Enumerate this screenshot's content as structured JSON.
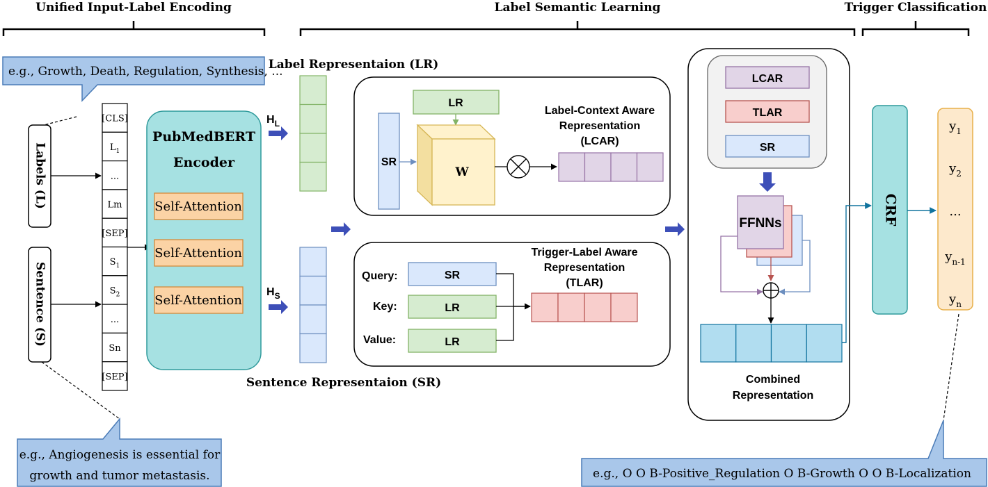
{
  "headers": {
    "unified": "Unified Input-Label Encoding",
    "label_semantic": "Label Semantic Learning",
    "trigger": "Trigger Classification"
  },
  "callouts": {
    "labels_example": "e.g., Growth, Death, Regulation, Synthesis, ...",
    "sentence_example_line1": "e.g.,  Angiogenesis is essential for",
    "sentence_example_line2": "growth and tumor metastasis.",
    "output_example": "e.g., O  O  B-Positive_Regulation  O  B-Growth  O  O  B-Localization"
  },
  "inputs": {
    "labels": "Labels (L)",
    "sentence": "Sentence (S)"
  },
  "tokens": [
    {
      "base": "[CLS]",
      "sub": ""
    },
    {
      "base": "L",
      "sub": "1"
    },
    {
      "base": "...",
      "sub": ""
    },
    {
      "base": "Lm",
      "sub": ""
    },
    {
      "base": "[SEP]",
      "sub": ""
    },
    {
      "base": "S",
      "sub": "1"
    },
    {
      "base": "S",
      "sub": "2"
    },
    {
      "base": "...",
      "sub": ""
    },
    {
      "base": "Sn",
      "sub": ""
    },
    {
      "base": "[SEP]",
      "sub": ""
    }
  ],
  "encoder": {
    "title_line1": "PubMedBERT",
    "title_line2": "Encoder",
    "layers": [
      "Self-Attention",
      "Self-Attention",
      "Self-Attention"
    ]
  },
  "hidden": {
    "hl": "H",
    "hl_sub": "L",
    "hs": "H",
    "hs_sub": "S"
  },
  "lr_title": "Label Representaion (LR)",
  "sr_title": "Sentence Representaion (SR)",
  "lcar_panel": {
    "lr": "LR",
    "sr": "SR",
    "w": "W",
    "title_line1": "Label-Context Aware",
    "title_line2": "Representation",
    "title_line3": "(LCAR)"
  },
  "tlar_panel": {
    "query_label": "Query:",
    "key_label": "Key:",
    "value_label": "Value:",
    "query_box": "SR",
    "key_box": "LR",
    "value_box": "LR",
    "title_line1": "Trigger-Label Aware",
    "title_line2": "Representation",
    "title_line3": "(TLAR)"
  },
  "combine_panel": {
    "lcar": "LCAR",
    "tlar": "TLAR",
    "sr": "SR",
    "ffnns": "FFNNs",
    "title_line1": "Combined",
    "title_line2": "Representation"
  },
  "crf": "CRF",
  "outputs": [
    {
      "base": "y",
      "sub": "1"
    },
    {
      "base": "y",
      "sub": "2"
    },
    {
      "base": "...",
      "sub": ""
    },
    {
      "base": "y",
      "sub": "n-1"
    },
    {
      "base": "y",
      "sub": "n"
    }
  ],
  "colors": {
    "teal_fill": "#a6e1e2",
    "teal_stroke": "#2f9a9b",
    "orange_fill": "#fbd3a5",
    "orange_stroke": "#d58a3a",
    "green_fill": "#d6ecd0",
    "green_stroke": "#82b366",
    "blue_fill": "#dae8fc",
    "blue_stroke": "#6c8ebf",
    "purple_fill": "#e1d5e7",
    "purple_stroke": "#9673a6",
    "red_fill": "#f8cecc",
    "red_stroke": "#b85450",
    "yellow_fill": "#fff2cc",
    "yellow_stroke": "#d6b656",
    "cyan_fill": "#b1ddf0",
    "cyan_stroke": "#10739e",
    "callout_fill": "#a9c7ea",
    "callout_stroke": "#4a7bb7",
    "arrow_blue": "#3d4fb8",
    "output_fill": "#fde9cc",
    "output_stroke": "#e8b04a"
  }
}
